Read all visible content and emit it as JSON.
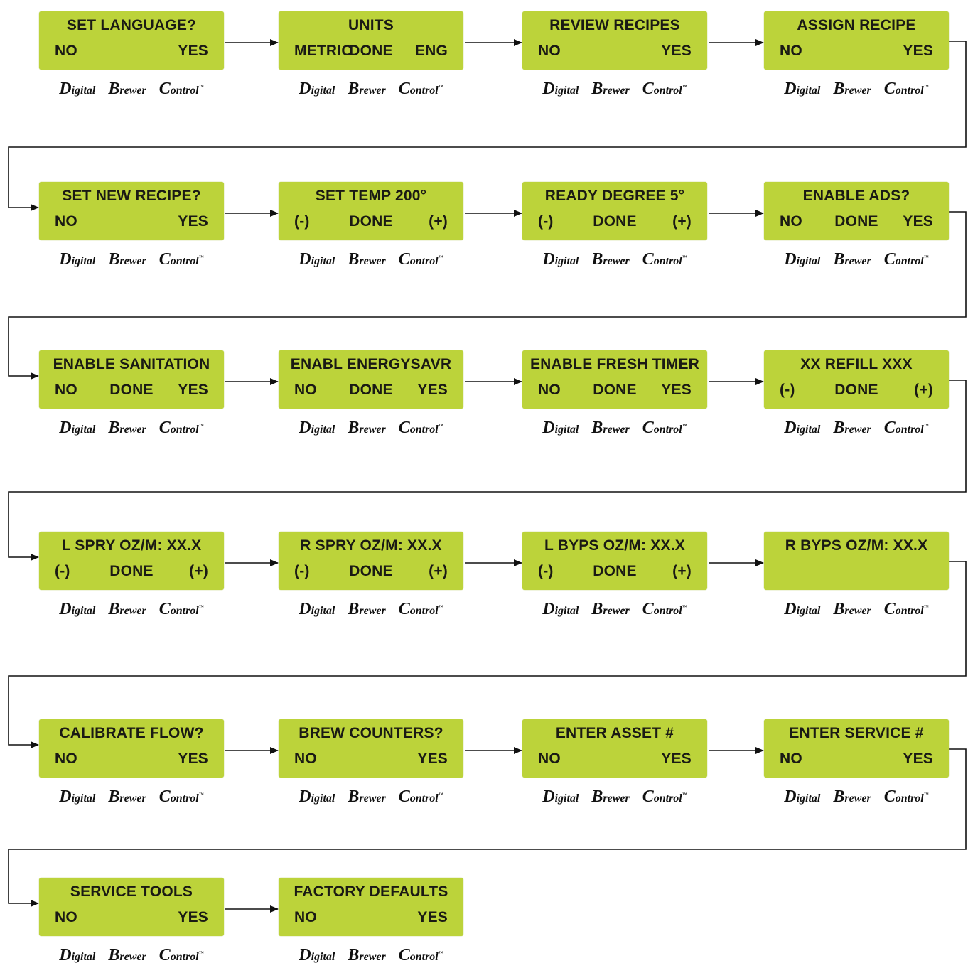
{
  "brand": {
    "w1_cap": "D",
    "w1_rest": "igital",
    "w2_cap": "B",
    "w2_rest": "rewer",
    "w3_cap": "C",
    "w3_rest": "ontrol",
    "tm": "™"
  },
  "screens": [
    {
      "title": "SET LANGUAGE?",
      "opts": [
        "NO",
        "",
        "YES"
      ]
    },
    {
      "title": "UNITS",
      "opts": [
        "METRIC",
        "DONE",
        "ENG"
      ]
    },
    {
      "title": "REVIEW RECIPES",
      "opts": [
        "NO",
        "",
        "YES"
      ]
    },
    {
      "title": "ASSIGN RECIPE",
      "opts": [
        "NO",
        "",
        "YES"
      ]
    },
    {
      "title": "SET NEW RECIPE?",
      "opts": [
        "NO",
        "",
        "YES"
      ]
    },
    {
      "title": "SET TEMP  200°",
      "opts": [
        "(-)",
        "DONE",
        "(+)"
      ]
    },
    {
      "title": "READY DEGREE 5°",
      "opts": [
        "(-)",
        "DONE",
        "(+)"
      ]
    },
    {
      "title": "ENABLE ADS?",
      "opts": [
        "NO",
        "DONE",
        "YES"
      ]
    },
    {
      "title": "ENABLE SANITATION",
      "opts": [
        "NO",
        "DONE",
        "YES"
      ]
    },
    {
      "title": "ENABL ENERGYSAVR",
      "opts": [
        "NO",
        "DONE",
        "YES"
      ]
    },
    {
      "title": "ENABLE FRESH TIMER",
      "opts": [
        "NO",
        "DONE",
        "YES"
      ]
    },
    {
      "title": "XX     REFILL     XXX",
      "opts": [
        "(-)",
        "DONE",
        "(+)"
      ]
    },
    {
      "title": "L SPRY OZ/M:  XX.X",
      "opts": [
        "(-)",
        "DONE",
        "(+)"
      ]
    },
    {
      "title": "R SPRY OZ/M:  XX.X",
      "opts": [
        "(-)",
        "DONE",
        "(+)"
      ]
    },
    {
      "title": "L BYPS OZ/M:  XX.X",
      "opts": [
        "(-)",
        "DONE",
        "(+)"
      ]
    },
    {
      "title": "R BYPS OZ/M:  XX.X",
      "opts": [
        "",
        "",
        ""
      ]
    },
    {
      "title": "CALIBRATE FLOW?",
      "opts": [
        "NO",
        "",
        "YES"
      ]
    },
    {
      "title": "BREW COUNTERS?",
      "opts": [
        "NO",
        "",
        "YES"
      ]
    },
    {
      "title": "ENTER ASSET #",
      "opts": [
        "NO",
        "",
        "YES"
      ]
    },
    {
      "title": "ENTER SERVICE #",
      "opts": [
        "NO",
        "",
        "YES"
      ]
    },
    {
      "title": "SERVICE TOOLS",
      "opts": [
        "NO",
        "",
        "YES"
      ]
    },
    {
      "title": "FACTORY DEFAULTS",
      "opts": [
        "NO",
        "",
        "YES"
      ]
    }
  ]
}
